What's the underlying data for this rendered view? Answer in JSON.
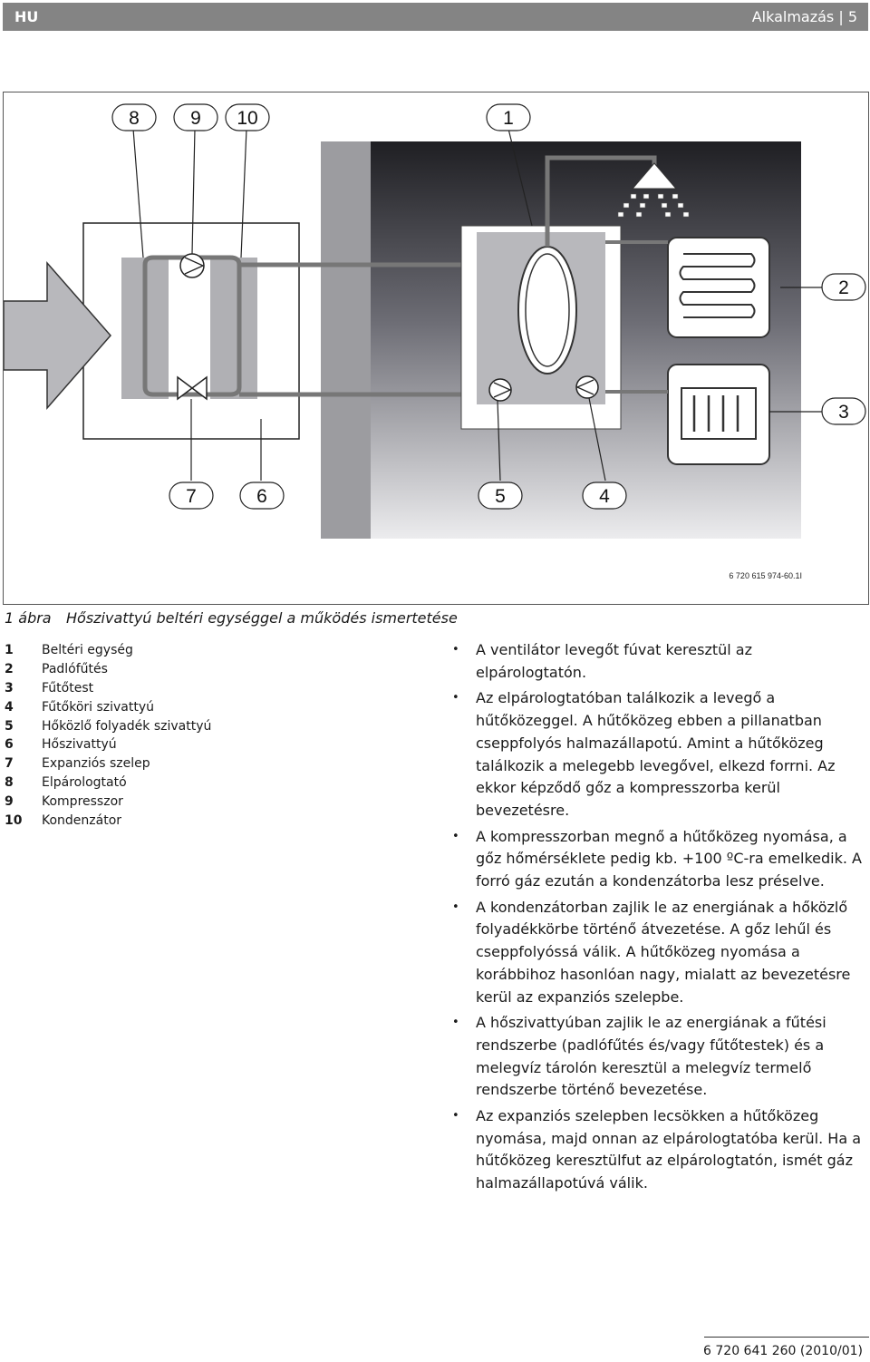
{
  "header": {
    "language": "HU",
    "section": "Alkalmazás | 5"
  },
  "figure": {
    "callouts": [
      "8",
      "9",
      "10",
      "1",
      "2",
      "3",
      "7",
      "6",
      "5",
      "4"
    ],
    "image_code": "6 720 615 974-60.1I"
  },
  "caption": {
    "number": "1 ábra",
    "text": "Hőszivattyú beltéri egységgel  a működés ismertetése"
  },
  "legend": [
    {
      "num": "1",
      "label": "Beltéri egység"
    },
    {
      "num": "2",
      "label": "Padlófűtés"
    },
    {
      "num": "3",
      "label": "Fűtőtest"
    },
    {
      "num": "4",
      "label": "Fűtőköri szivattyú"
    },
    {
      "num": "5",
      "label": "Hőközlő folyadék szivattyú"
    },
    {
      "num": "6",
      "label": "Hőszivattyú"
    },
    {
      "num": "7",
      "label": "Expanziós szelep"
    },
    {
      "num": "8",
      "label": "Elpárologtató"
    },
    {
      "num": "9",
      "label": "Kompresszor"
    },
    {
      "num": "10",
      "label": "Kondenzátor"
    }
  ],
  "bullets": [
    "A ventilátor levegőt fúvat keresztül az elpárologtatón.",
    "Az elpárologtatóban találkozik a levegő a hűtőközeggel. A hűtőközeg ebben a pillanatban cseppfolyós halmazállapotú. Amint a hűtőközeg találkozik a melegebb levegővel, elkezd forrni. Az ekkor képződő gőz a kompresszorba kerül bevezetésre.",
    "A kompresszorban megnő a hűtőközeg nyomása, a gőz hőmérséklete pedig kb. +100 ºC-ra emelkedik. A forró gáz ezután a kondenzátorba lesz préselve.",
    "A kondenzátorban zajlik le az energiának a hőközlő folyadékkörbe történő átvezetése. A gőz lehűl és cseppfolyóssá válik. A hűtőközeg nyomása a korábbihoz hasonlóan nagy, mialatt az bevezetésre kerül az expanziós szelepbe.",
    "A hőszivattyúban zajlik le az energiának a fűtési rendszerbe (padlófűtés és/vagy fűtőtestek) és a melegvíz tárolón keresztül a melegvíz termelő rendszerbe történő bevezetése.",
    "Az expanziós szelepben lecsökken a hűtőközeg nyomása, majd onnan az elpárologtatóba kerül. Ha a hűtőközeg keresztülfut az elpárologtatón, ismét gáz halmazállapotúvá válik."
  ],
  "footer": {
    "doc_code": "6 720 641 260 (2010/01)"
  }
}
